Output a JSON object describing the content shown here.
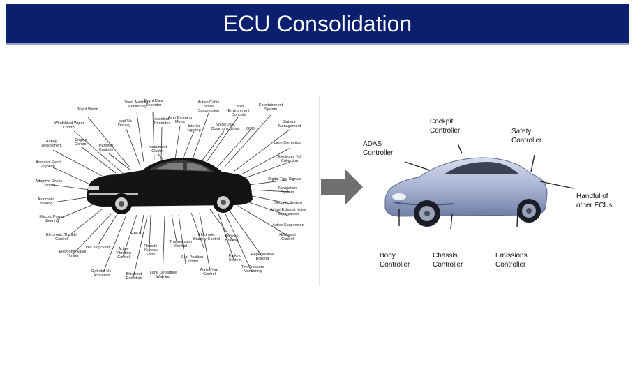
{
  "header": {
    "title": "ECU Consolidation"
  },
  "left_labels": [
    "Night Vision",
    "Driver Alertness Monitoring",
    "Event Data Recorder",
    "Active Cabin Noise Suppression",
    "Cabin Environment Controls",
    "Entertainment System",
    "Windshield Wiper Control",
    "Head-Up Display",
    "Accident Recorder",
    "Auto Dimming Mirror",
    "Interior Lighting",
    "Voice/Data Communications",
    "OBD",
    "Battery Management",
    "Airbag Deployment",
    "Engine Control",
    "Parental Controls",
    "Instrument Cluster",
    "Lane Correction",
    "Electronic Toll Collection",
    "Adaptive Front Lighting",
    "Digital Turn Signals",
    "Adaptive Cruise Control",
    "Navigation System",
    "Automatic Braking",
    "Security System",
    "Active Exhaust Noise Suppression",
    "Electric Power Steering",
    "Active Suspension",
    "Electronic Throttle Control",
    "Hill Assist Control",
    "Idle Stop/Start",
    "Electronic Valve Timing",
    "Active Vibration Control",
    "Remote Keyless Entry",
    "Transmission Control",
    "Electronic Stability Control",
    "Antilock Braking",
    "Regenerative Braking",
    "Cylinder De-activation",
    "Blindspot Detection",
    "Lane Departure Warning",
    "Seat Position Control",
    "Active Yaw Control",
    "Parking System",
    "Tire Pressure Monitoring",
    "HBKB"
  ],
  "right_labels": {
    "adas": "ADAS\nController",
    "cockpit": "Cockpit\nController",
    "safety": "Safety\nController",
    "handful": "Handful of\nother ECUs",
    "body": "Body\nController",
    "chassis": "Chassis\nController",
    "emissions": "Emissions\nController"
  },
  "colors": {
    "header_bg": "#0b1f6e",
    "arrow": "#6f6f6f",
    "car_black": "#141414",
    "car_silver": "#a8b4d2"
  }
}
